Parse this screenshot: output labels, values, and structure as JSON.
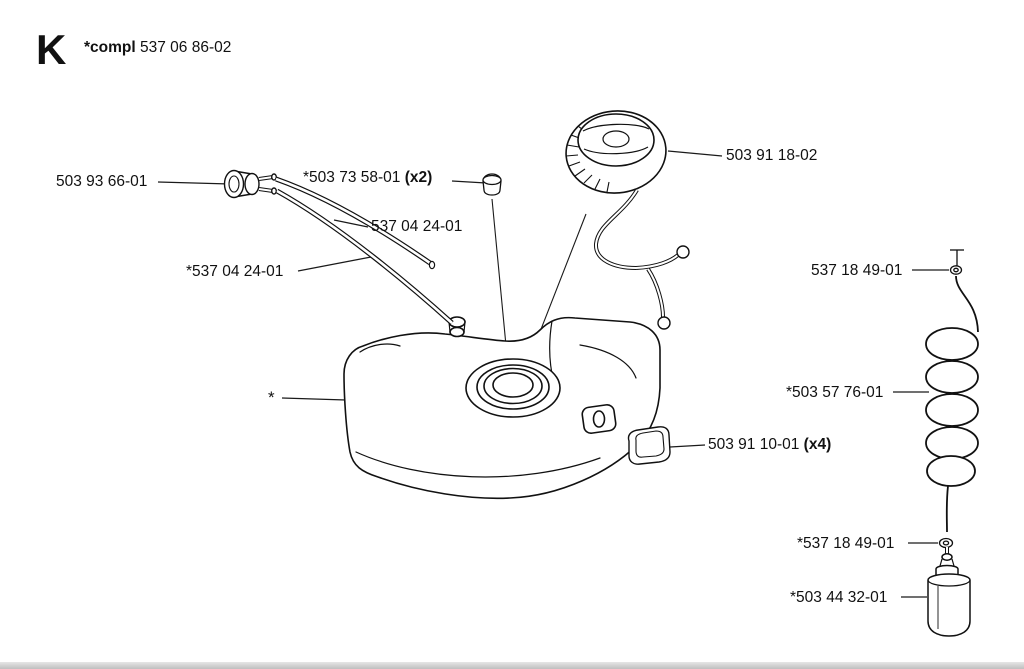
{
  "page": {
    "background": "#ffffff",
    "ink_color": "#111111"
  },
  "header": {
    "section_letter": "K",
    "assembly_prefix": "*compl",
    "assembly_number": "537 06 86-02"
  },
  "labels": [
    {
      "text": "503 93 66-01",
      "suffix": ""
    },
    {
      "text": "*503 73 58-01",
      "suffix": " (x2)"
    },
    {
      "text": "537 04 24-01",
      "suffix": ""
    },
    {
      "text": "*537 04 24-01",
      "suffix": ""
    },
    {
      "text": "503 91 18-02",
      "suffix": ""
    },
    {
      "text": "537 18 49-01",
      "suffix": ""
    },
    {
      "text": "*503 57 76-01",
      "suffix": ""
    },
    {
      "text": "503 91 10-01",
      "suffix": " (x4)"
    },
    {
      "text": "*537 18 49-01",
      "suffix": ""
    },
    {
      "text": "*503 44 32-01",
      "suffix": ""
    },
    {
      "text": "*",
      "suffix": ""
    }
  ]
}
